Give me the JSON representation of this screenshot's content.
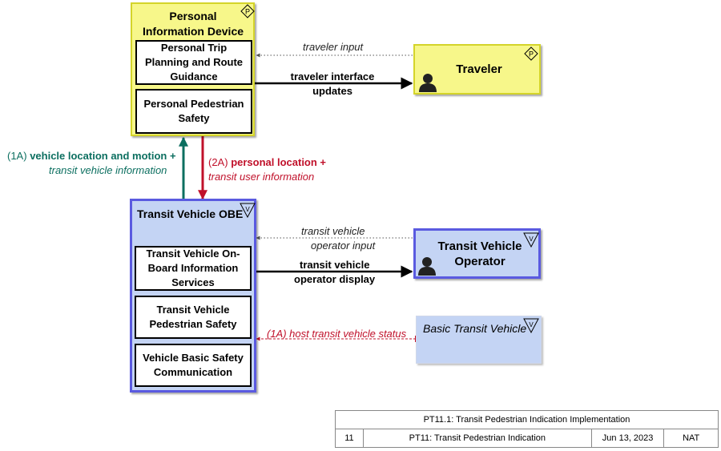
{
  "nodes": {
    "pid": {
      "title": "Personal Information Device",
      "badge": "P"
    },
    "ptp": {
      "label": "Personal Trip Planning and Route Guidance"
    },
    "pps": {
      "label": "Personal Pedestrian Safety"
    },
    "traveler": {
      "title": "Traveler",
      "badge": "P"
    },
    "tvobe": {
      "title": "Transit Vehicle OBE",
      "badge": "V"
    },
    "tvobis": {
      "label": "Transit Vehicle On-Board Information Services"
    },
    "tvps": {
      "label": "Transit Vehicle Pedestrian Safety"
    },
    "vbsc": {
      "label": "Vehicle Basic Safety Communication"
    },
    "tvop": {
      "title": "Transit Vehicle Operator",
      "badge": "V"
    },
    "btv": {
      "title": "Basic Transit Vehicle",
      "badge": "V"
    }
  },
  "flows": {
    "traveler_input": "traveler input",
    "traveler_interface": "traveler interface updates",
    "vehicle_location_prefix": "(1A)",
    "vehicle_location": "vehicle location and motion +",
    "transit_vehicle_info": "transit vehicle information",
    "personal_location_prefix": "(2A)",
    "personal_location": "personal location +",
    "transit_user_info": "transit user information",
    "tv_operator_input_1": "transit vehicle",
    "tv_operator_input_2": "operator input",
    "tv_operator_display_1": "transit vehicle",
    "tv_operator_display_2": "operator display",
    "host_status": "(1A) host transit vehicle status"
  },
  "title_block": {
    "title": "PT11.1: Transit Pedestrian Indication Implementation",
    "number": "11",
    "name": "PT11: Transit Pedestrian Indication",
    "date": "Jun 13, 2023",
    "scope": "NAT"
  },
  "colors": {
    "yellow_fill": "#f7f78a",
    "blue_fill": "#c4d4f4",
    "red_flow": "#c0102a",
    "green_flow": "#0c6f60"
  }
}
